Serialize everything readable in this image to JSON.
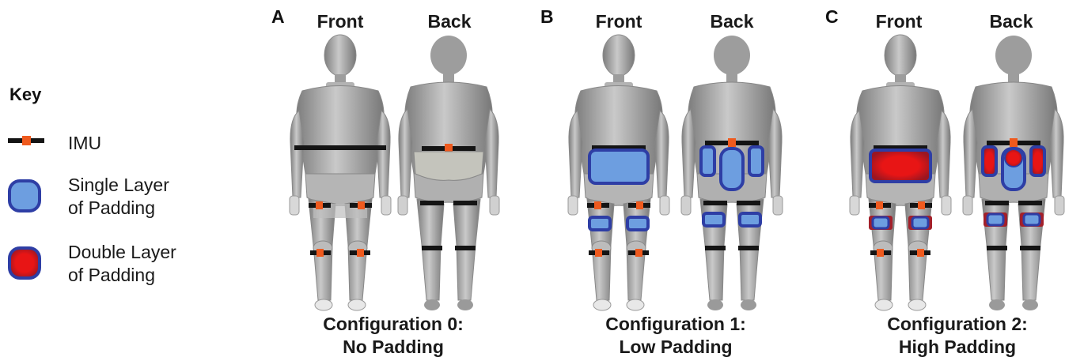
{
  "key": {
    "title": "Key",
    "items": [
      {
        "icon": "imu-icon",
        "label": "IMU"
      },
      {
        "icon": "single-padding-icon",
        "label_lines": [
          "Single Layer",
          "of Padding"
        ]
      },
      {
        "icon": "double-padding-icon",
        "label_lines": [
          "Double Layer",
          "of Padding"
        ]
      }
    ]
  },
  "colors": {
    "imu_marker": "#ef5a1e",
    "strap": "#141414",
    "single_fill": "#6d9ee0",
    "single_border": "#2e3ea5",
    "double_fill": "#e01717",
    "double_border": "#2e3ea5",
    "body": "#a7a7a7"
  },
  "panels": [
    {
      "letter": "A",
      "front_label": "Front",
      "back_label": "Back",
      "title_lines": [
        "Configuration 0:",
        "No Padding"
      ],
      "padding": "none"
    },
    {
      "letter": "B",
      "front_label": "Front",
      "back_label": "Back",
      "title_lines": [
        "Configuration 1:",
        "Low Padding"
      ],
      "padding": "low"
    },
    {
      "letter": "C",
      "front_label": "Front",
      "back_label": "Back",
      "title_lines": [
        "Configuration 2:",
        "High Padding"
      ],
      "padding": "high"
    }
  ]
}
